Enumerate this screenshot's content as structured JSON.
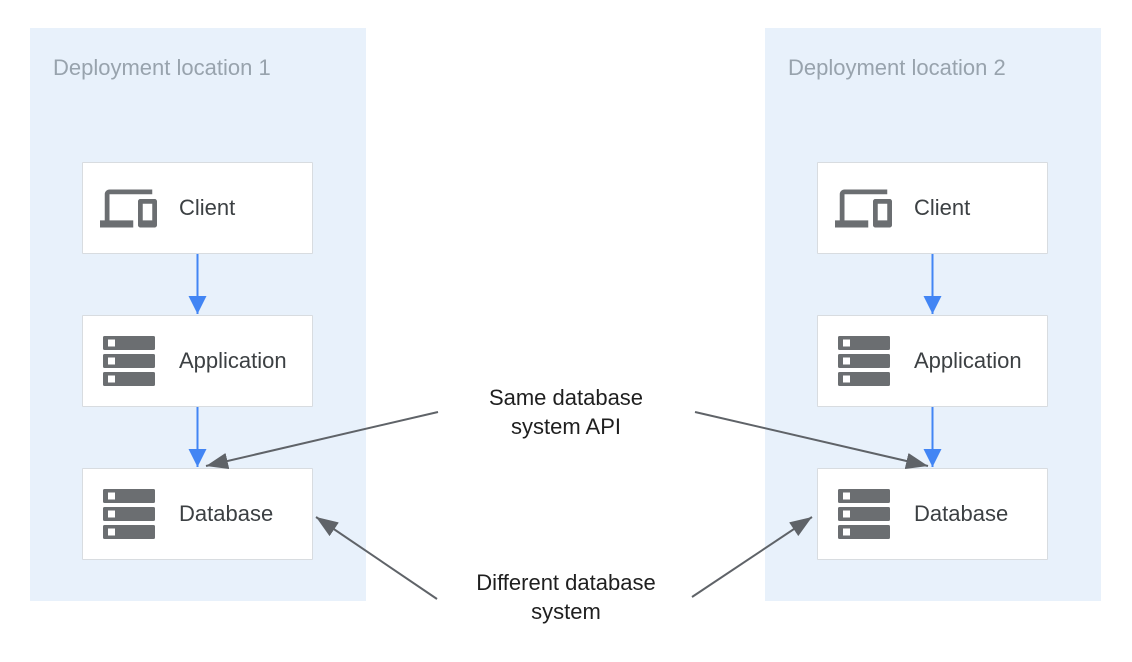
{
  "diagram": {
    "panels": [
      {
        "title": "Deployment location 1",
        "nodes": [
          {
            "label": "Client",
            "icon": "devices-icon"
          },
          {
            "label": "Application",
            "icon": "server-stack-icon"
          },
          {
            "label": "Database",
            "icon": "server-stack-icon"
          }
        ]
      },
      {
        "title": "Deployment location 2",
        "nodes": [
          {
            "label": "Client",
            "icon": "devices-icon"
          },
          {
            "label": "Application",
            "icon": "server-stack-icon"
          },
          {
            "label": "Database",
            "icon": "server-stack-icon"
          }
        ]
      }
    ],
    "annotations": [
      {
        "line1": "Same database",
        "line2": "system API"
      },
      {
        "line1": "Different database",
        "line2": "system"
      }
    ],
    "colors": {
      "panel_bg": "#E8F1FB",
      "panel_title": "#98A3AD",
      "box_bg": "#FFFFFF",
      "box_border": "#D8DCE0",
      "box_text": "#3C4043",
      "icon_gray": "#6B6E71",
      "arrow_blue": "#4285F4",
      "arrow_gray": "#5F6368",
      "annotation_text": "#1F1F1F"
    }
  }
}
